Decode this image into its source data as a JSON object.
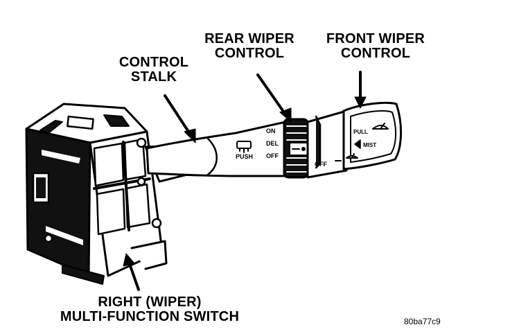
{
  "callouts": {
    "rear_wiper": [
      "REAR WIPER",
      "CONTROL"
    ],
    "front_wiper": [
      "FRONT WIPER",
      "CONTROL"
    ],
    "control_stalk": [
      "CONTROL",
      "STALK"
    ],
    "switch": [
      "RIGHT (WIPER)",
      "MULTI-FUNCTION SWITCH"
    ]
  },
  "stalk_labels": {
    "push": "PUSH",
    "on": "ON",
    "del": "DEL",
    "off_rear": "OFF",
    "off_front": "OFF",
    "pull": "PULL",
    "mist": "MIST"
  },
  "figure_code": "80ba77c9",
  "icons": [
    "washer-icon",
    "windshield-wiper-icon",
    "mist-arrow-icon",
    "wiper-symbol-icon"
  ],
  "colors": {
    "ink": "#000000",
    "paper": "#ffffff"
  }
}
